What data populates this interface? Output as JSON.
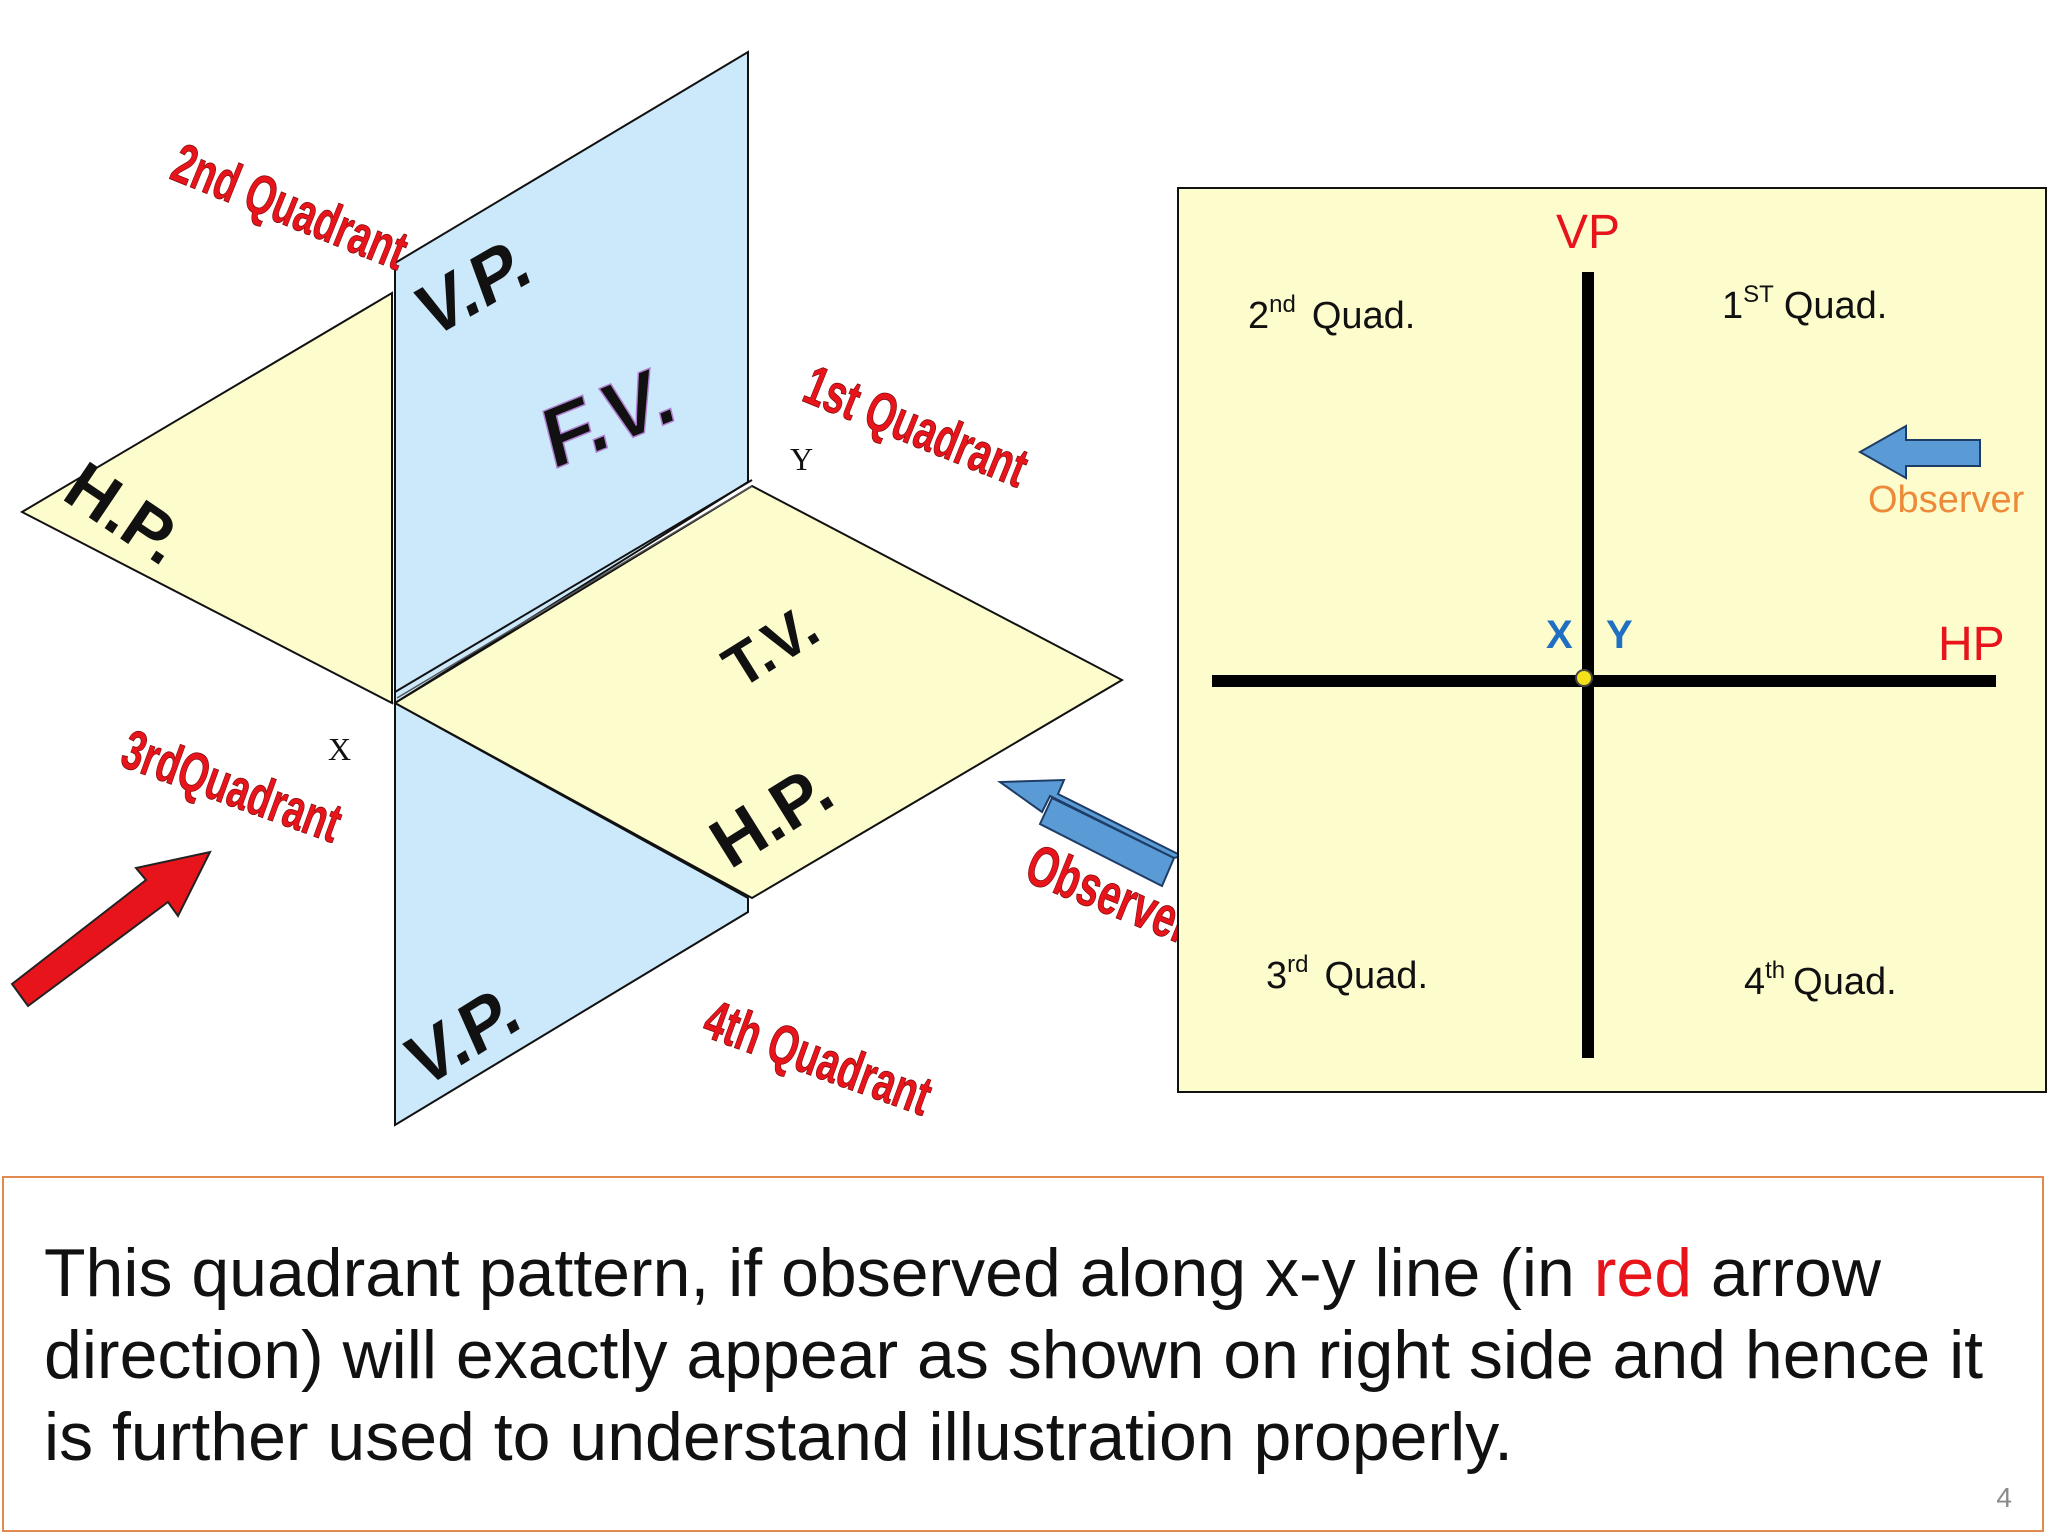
{
  "left_diagram": {
    "quadrant_labels": {
      "second": "2nd Quadrant",
      "first": "1st Quadrant",
      "third": "3rdQuadrant",
      "fourth": "4th Quadrant"
    },
    "plane_labels": {
      "vp_upper": "V.P.",
      "fv": "F.V.",
      "hp_left": "H.P.",
      "tv": "T.V.",
      "hp_lower": "H.P.",
      "vp_lower": "V.P."
    },
    "axis_x": "X",
    "axis_y": "Y",
    "observer_label": "Observer",
    "observer_arrow_icon": "blue-arrow-icon",
    "view_direction_icon": "red-arrow-icon"
  },
  "right_diagram": {
    "vp_label": "VP",
    "hp_label": "HP",
    "x_label": "X",
    "y_label": "Y",
    "q2": {
      "num": "2",
      "sup": "nd",
      "text": "Quad."
    },
    "q1": {
      "num": "1",
      "sup": "ST",
      "text": "Quad."
    },
    "q3": {
      "num": "3",
      "sup": "rd",
      "text": "Quad."
    },
    "q4": {
      "num": "4",
      "sup": "th",
      "text": "Quad."
    },
    "observer_label": "Observer",
    "observer_arrow_icon": "blue-arrow-icon"
  },
  "caption": {
    "part1": "This quadrant pattern, if observed along x-y line (in ",
    "highlight": "red",
    "part2": " arrow direction) will exactly appear as shown on right side and hence it is further used to understand illustration properly."
  },
  "page_number": "4",
  "colors": {
    "plane_blue": "#cce8fb",
    "plane_yellow": "#fdfccd",
    "label_red": "#e8141b",
    "arrow_blue": "#5b9bd5",
    "observer_orange": "#ed8a3a",
    "xy_blue": "#1f6fc2"
  }
}
